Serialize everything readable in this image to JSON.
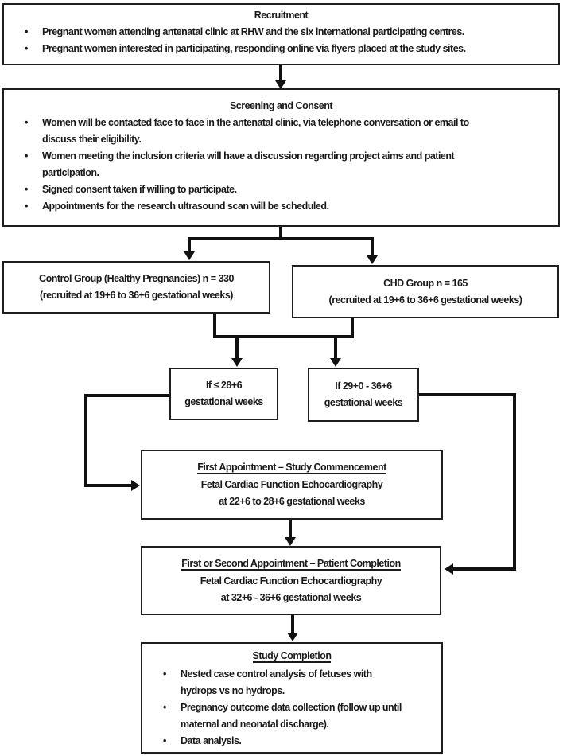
{
  "colors": {
    "ink": "#1a1a1a",
    "border": "#1f1f1f",
    "connector": "#111111",
    "background": "#ffffff"
  },
  "boxes": {
    "recruitment": {
      "title": "Recruitment",
      "bullets": [
        "Pregnant women attending antenatal clinic at RHW and the six international participating centres.",
        "Pregnant women interested in participating, responding online via flyers placed at the study sites."
      ]
    },
    "screening": {
      "title": "Screening and Consent",
      "bullets": [
        "Women will be contacted face to face in the antenatal clinic, via telephone conversation or email to\ndiscuss their eligibility.",
        "Women meeting the inclusion criteria will have a discussion regarding project aims and patient\nparticipation.",
        "Signed consent taken if willing to participate.",
        "Appointments for the research ultrasound scan will be scheduled."
      ]
    },
    "control_group": {
      "lines": [
        "Control Group (Healthy Pregnancies) n = 330",
        "(recruited at 19+6 to 36+6 gestational weeks)"
      ]
    },
    "chd_group": {
      "lines": [
        "CHD Group n = 165",
        "(recruited at 19+6 to 36+6 gestational weeks)"
      ]
    },
    "if_early": {
      "lines": [
        "If ≤ 28+6",
        "gestational weeks"
      ]
    },
    "if_late": {
      "lines": [
        "If 29+0 - 36+6",
        "gestational weeks"
      ]
    },
    "first_appointment": {
      "title": "First Appointment – Study Commencement",
      "lines": [
        "Fetal Cardiac Function Echocardiography",
        "at 22+6 to 28+6 gestational weeks"
      ]
    },
    "patient_completion": {
      "title": "First or Second Appointment – Patient Completion",
      "lines": [
        "Fetal Cardiac Function Echocardiography",
        "at 32+6 - 36+6 gestational weeks"
      ]
    },
    "study_completion": {
      "title": "Study Completion",
      "bullets": [
        "Nested case control analysis of fetuses with\nhydrops vs no hydrops.",
        "Pregnancy outcome data collection (follow up until\nmaternal and neonatal discharge).",
        "Data analysis."
      ]
    }
  }
}
